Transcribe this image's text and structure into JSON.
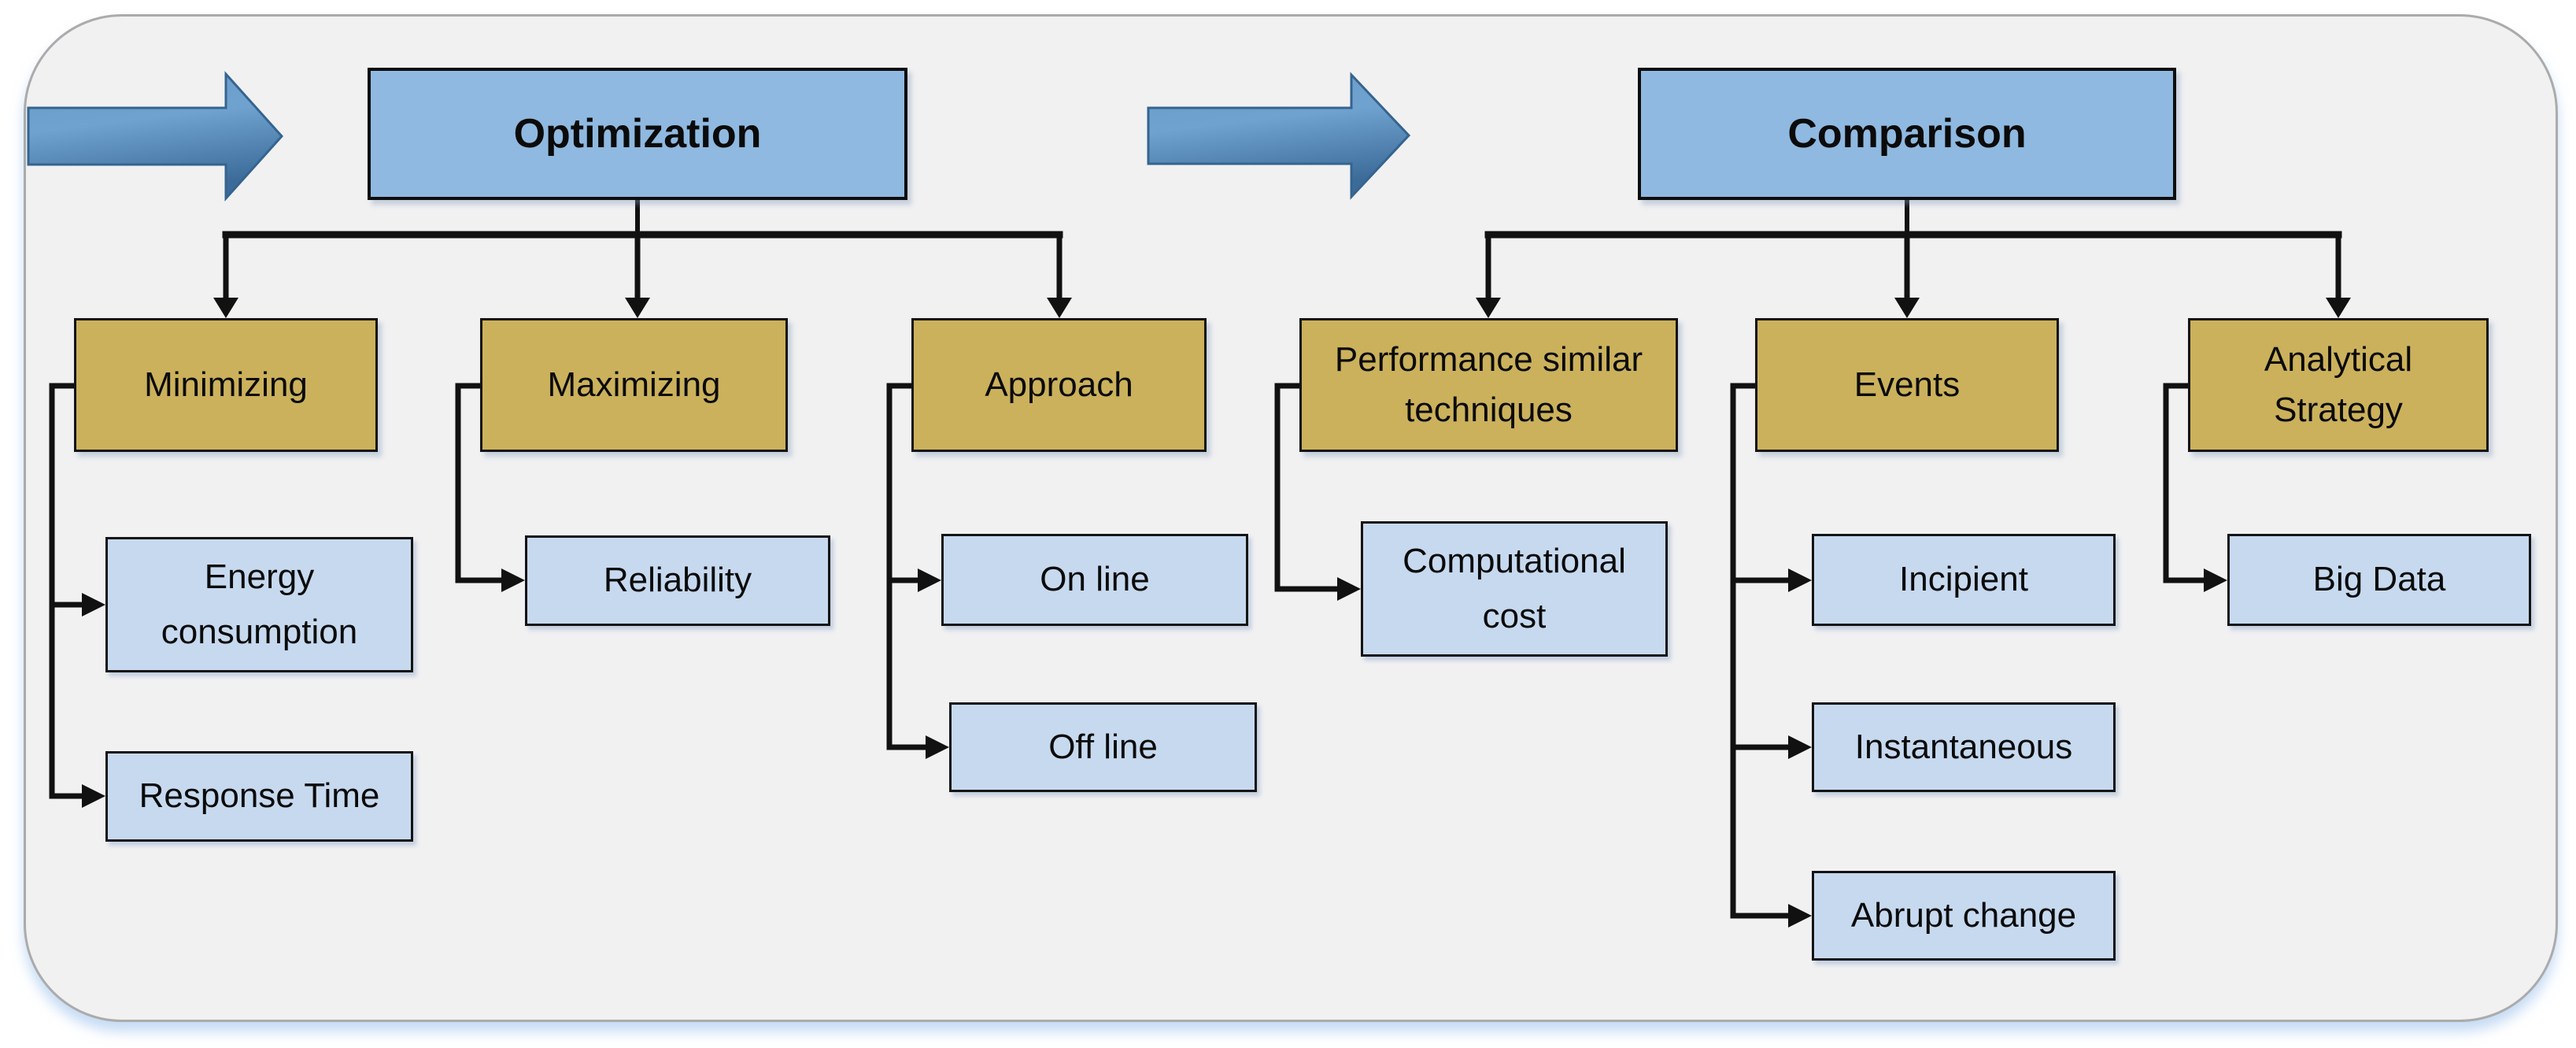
{
  "diagram": {
    "title": "Optimization and Comparison taxonomy flowchart",
    "colors": {
      "page_background": "#FFFFFF",
      "panel_background": "#F1F1F2",
      "panel_border": "#ABABAB",
      "root_box_fill": "#8FB9E0",
      "category_box_fill": "#CBB15C",
      "leaf_box_fill": "#C6D9EF",
      "box_border": "#141414",
      "connector_line": "#111111",
      "flow_arrow_light": "#6FA2CF",
      "flow_arrow_dark": "#3C6B99",
      "text": "#0B0B0B"
    },
    "icons": [
      {
        "name": "flow-arrow-icon",
        "glyph": "➡",
        "meaning": "process flow into Optimization"
      },
      {
        "name": "flow-arrow-icon",
        "glyph": "➡",
        "meaning": "process flow into Comparison"
      }
    ],
    "trees": [
      {
        "root": {
          "label": "Optimization"
        },
        "categories": [
          {
            "label": "Minimizing",
            "children": [
              {
                "label": "Energy consumption"
              },
              {
                "label": "Response Time"
              }
            ]
          },
          {
            "label": "Maximizing",
            "children": [
              {
                "label": "Reliability"
              }
            ]
          },
          {
            "label": "Approach",
            "children": [
              {
                "label": "On line"
              },
              {
                "label": "Off line"
              }
            ]
          }
        ]
      },
      {
        "root": {
          "label": "Comparison"
        },
        "categories": [
          {
            "label": "Performance similar techniques",
            "children": [
              {
                "label": "Computational cost"
              }
            ]
          },
          {
            "label": "Events",
            "children": [
              {
                "label": "Incipient"
              },
              {
                "label": "Instantaneous"
              },
              {
                "label": "Abrupt change"
              }
            ]
          },
          {
            "label": "Analytical Strategy",
            "children": [
              {
                "label": "Big Data"
              }
            ]
          }
        ]
      }
    ]
  }
}
